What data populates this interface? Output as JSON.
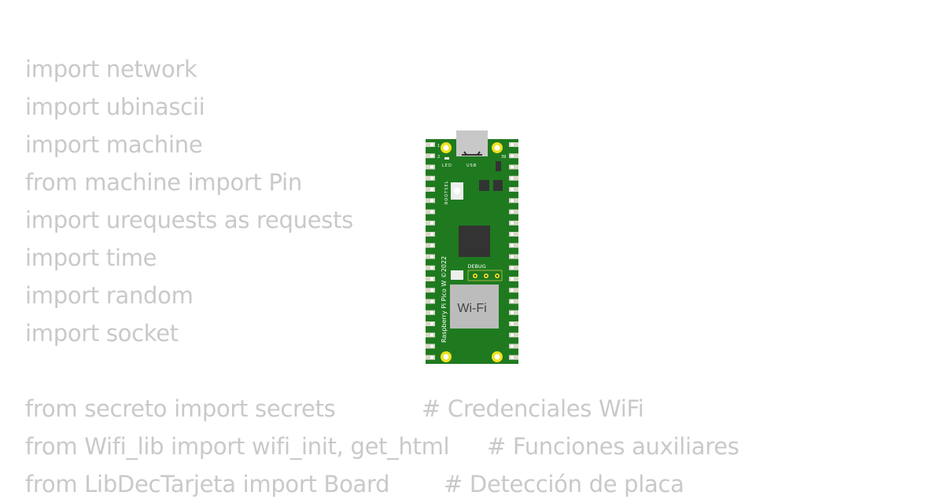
{
  "code_lines": [
    {
      "code": "import network",
      "comment": ""
    },
    {
      "code": "import ubinascii",
      "comment": ""
    },
    {
      "code": "import machine",
      "comment": ""
    },
    {
      "code": "from machine import Pin",
      "comment": ""
    },
    {
      "code": "import urequests as requests",
      "comment": ""
    },
    {
      "code": "import time",
      "comment": ""
    },
    {
      "code": "import random",
      "comment": ""
    },
    {
      "code": "import socket",
      "comment": ""
    },
    {
      "code": "",
      "comment": ""
    },
    {
      "code": "from secreto import secrets",
      "comment": "# Credenciales WiFi"
    },
    {
      "code": "from Wifi_lib import wifi_init, get_html",
      "comment": "# Funciones auxiliares"
    },
    {
      "code": "from LibDecTarjeta import Board",
      "comment": "# Detección de placa"
    }
  ],
  "board": {
    "model_label": "Raspberry Pi Pico W ©2022",
    "wifi_label": "Wi-Fi",
    "debug_label": "DEBUG",
    "led_label": "LED",
    "usb_label": "USB",
    "bootsel_label": "BOOTSEL",
    "pin1_label": "1",
    "pin2_label": "2",
    "pin39_label": "39",
    "colors": {
      "pcb": "#1f7a1f",
      "pad": "#f0e020",
      "text": "#c9c9c9"
    }
  }
}
